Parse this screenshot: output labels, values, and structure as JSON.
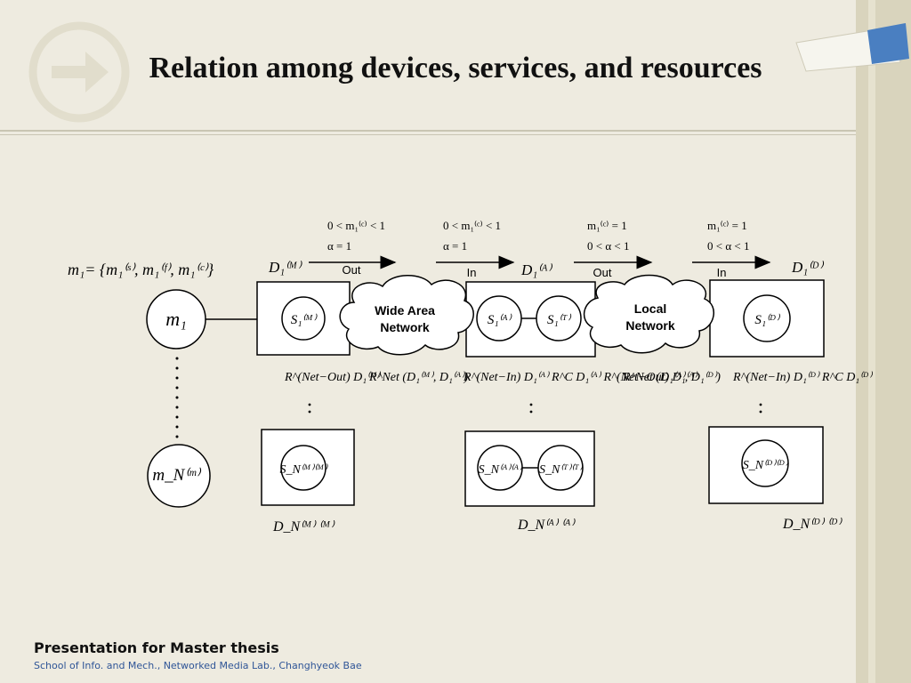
{
  "slide": {
    "title": "Relation among devices, services, and resources",
    "footer_title": "Presentation for Master thesis",
    "footer_subtitle": "School of Info. and Mech., Networked Media Lab., Changhyeok Bae"
  },
  "diagram": {
    "clouds": {
      "wan": [
        "Wide Area",
        "Network"
      ],
      "lan": [
        "Local",
        "Network"
      ]
    },
    "arrows": {
      "out1": "Out",
      "in1": "In",
      "out2": "Out",
      "in2": "In"
    },
    "conditions": {
      "c1": [
        "0 < m₁⁽ᶜ⁾ < 1",
        "α = 1"
      ],
      "c2": [
        "0 < m₁⁽ᶜ⁾ < 1",
        "α = 1"
      ],
      "c3": [
        "m₁⁽ᶜ⁾ = 1",
        "0 < α < 1"
      ],
      "c4": [
        "m₁⁽ᶜ⁾ = 1",
        "0 < α < 1"
      ]
    },
    "m1_set": "m₁= {m₁⁽ˢ⁾, m₁⁽ᶠ⁾, m₁⁽ᶜ⁾}",
    "users": {
      "m1": "m₁",
      "mN": "m_N⁽ᵐ⁾"
    },
    "devices": {
      "d1m": "D₁⁽ᴹ⁾",
      "d1a": "D₁⁽ᴬ⁾",
      "d1d": "D₁⁽ᴰ⁾",
      "dnm": "D_N⁽ᴹ⁾ ⁽ᴹ⁾",
      "dna": "D_N⁽ᴬ⁾ ⁽ᴬ⁾",
      "dnd": "D_N⁽ᴰ⁾ ⁽ᴰ⁾"
    },
    "services": {
      "s1m": "S₁⁽ᴹ⁾",
      "s1a": "S₁⁽ᴬ⁾",
      "s1t": "S₁⁽ᵀ⁾",
      "s1d": "S₁⁽ᴰ⁾",
      "snm": "S_N⁽ᴹ⁾⁽ᴹ⁾",
      "sna": "S_N⁽ᴬ⁾⁽ᴬ⁾",
      "snt": "S_N⁽ᵀ⁾⁽ᵀ⁾",
      "snd": "S_N⁽ᴰ⁾⁽ᴰ⁾"
    },
    "resources": {
      "r1": "R^(Net−Out) D₁⁽ᴹ⁾",
      "r2": "R^Net (D₁⁽ᴹ⁾, D₁⁽ᴬ⁾)",
      "r3": "R^(Net−In) D₁⁽ᴬ⁾  R^C D₁⁽ᴬ⁾  R^(Net−Out) D₁⁽ᴬ⁾",
      "r4": "R^Net (D₁⁽ᴬ⁾, D₁⁽ᴰ⁾)",
      "r5": "R^(Net−In) D₁⁽ᴰ⁾  R^C D₁⁽ᴰ⁾"
    }
  }
}
